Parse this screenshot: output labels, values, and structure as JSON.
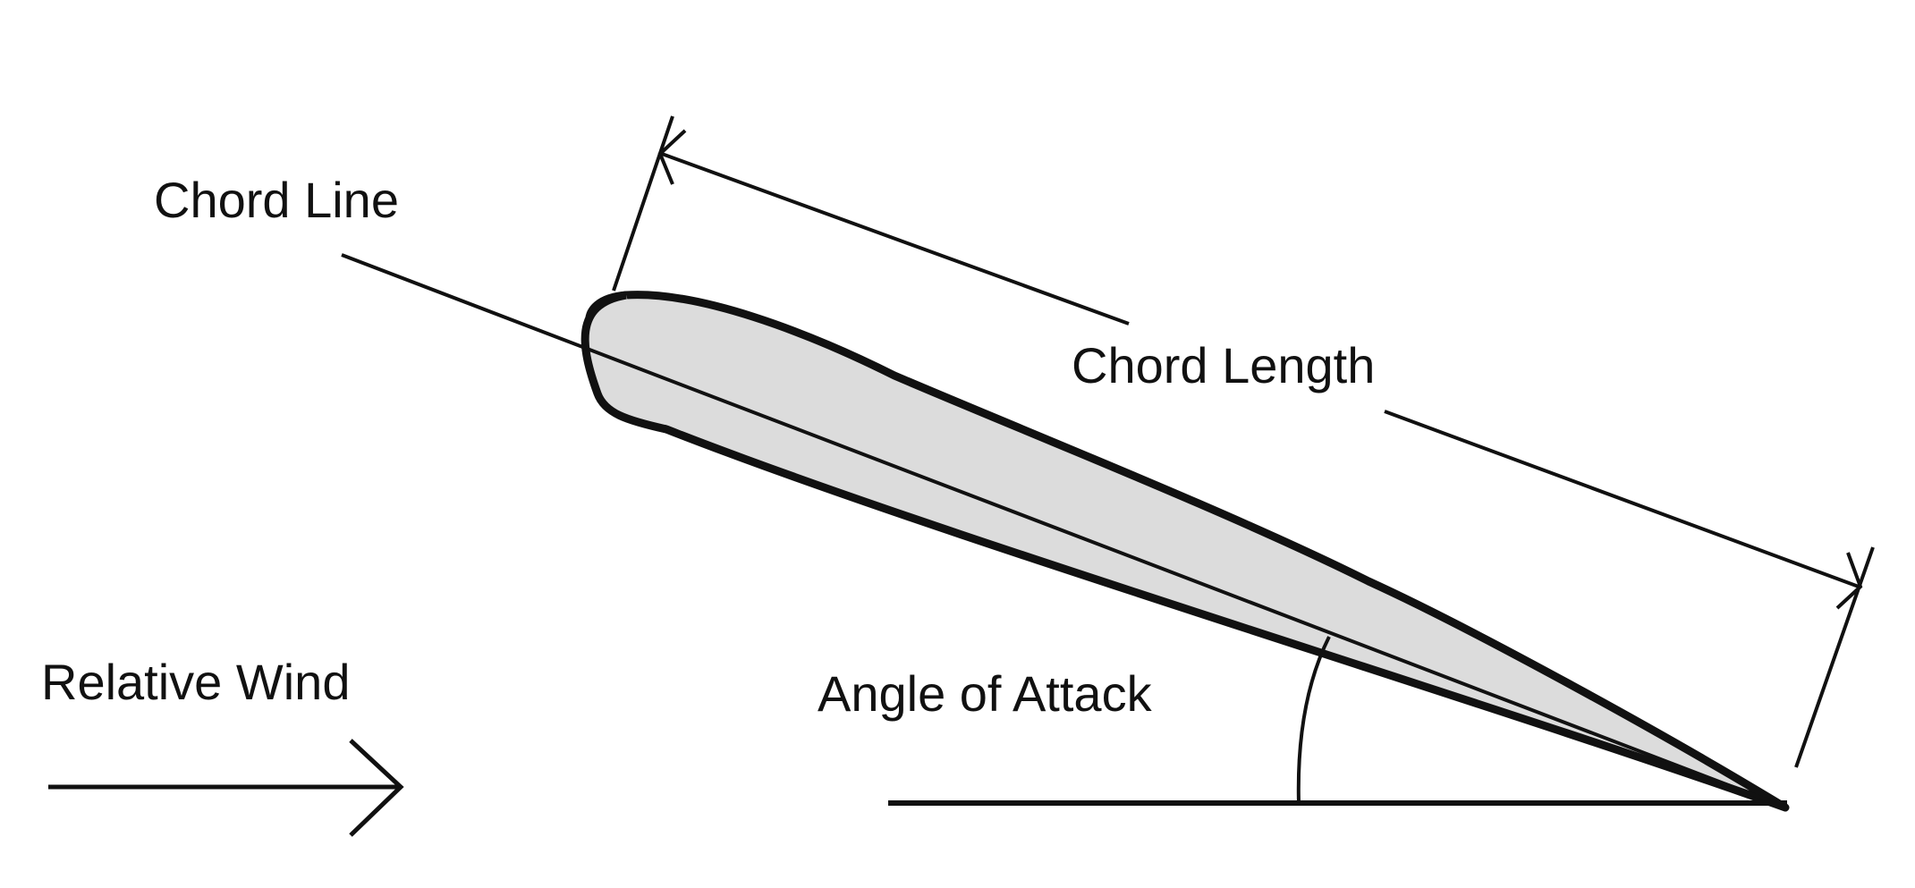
{
  "labels": {
    "chord_line": "Chord Line",
    "chord_length": "Chord Length",
    "relative_wind": "Relative Wind",
    "angle_of_attack": "Angle of Attack"
  },
  "colors": {
    "background": "#ffffff",
    "stroke": "#111111",
    "airfoil_fill": "#dcdcdc"
  }
}
